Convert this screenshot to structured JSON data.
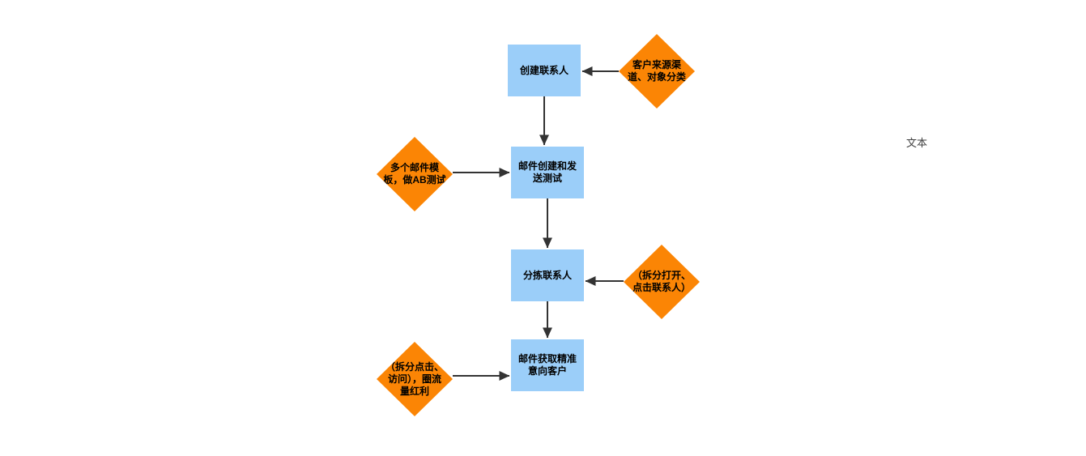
{
  "diagram": {
    "type": "flowchart",
    "process_nodes": [
      {
        "id": "create-contacts",
        "label": "创建联系人"
      },
      {
        "id": "email-create-send-test",
        "label": "邮件创建和发\n送测试"
      },
      {
        "id": "sort-contacts",
        "label": "分拣联系人"
      },
      {
        "id": "email-acquire-customers",
        "label": "邮件获取精准\n意向客户"
      }
    ],
    "annotation_nodes": [
      {
        "id": "customer-source-channels",
        "label": "客户来源渠\n道、对象分类"
      },
      {
        "id": "email-templates-ab-test",
        "label": "多个邮件模\n板，做AB测试"
      },
      {
        "id": "split-open-click",
        "label": "（拆分打开、\n点击联系人）"
      },
      {
        "id": "split-click-visit-bonus",
        "label": "（拆分点击、\n访问），圈流\n量红利"
      }
    ],
    "edges": [
      {
        "from": "customer-source-channels",
        "to": "create-contacts",
        "direction": "left"
      },
      {
        "from": "create-contacts",
        "to": "email-create-send-test",
        "direction": "down"
      },
      {
        "from": "email-templates-ab-test",
        "to": "email-create-send-test",
        "direction": "right"
      },
      {
        "from": "email-create-send-test",
        "to": "sort-contacts",
        "direction": "down"
      },
      {
        "from": "split-open-click",
        "to": "sort-contacts",
        "direction": "left"
      },
      {
        "from": "sort-contacts",
        "to": "email-acquire-customers",
        "direction": "down"
      },
      {
        "from": "split-click-visit-bonus",
        "to": "email-acquire-customers",
        "direction": "right"
      }
    ],
    "floating_text": "文本"
  },
  "colors": {
    "process_fill": "#9BCEF9",
    "annotation_fill": "#FB8505",
    "connector": "#333333",
    "label_text": "#000000",
    "canvas_bg": "#ffffff"
  }
}
